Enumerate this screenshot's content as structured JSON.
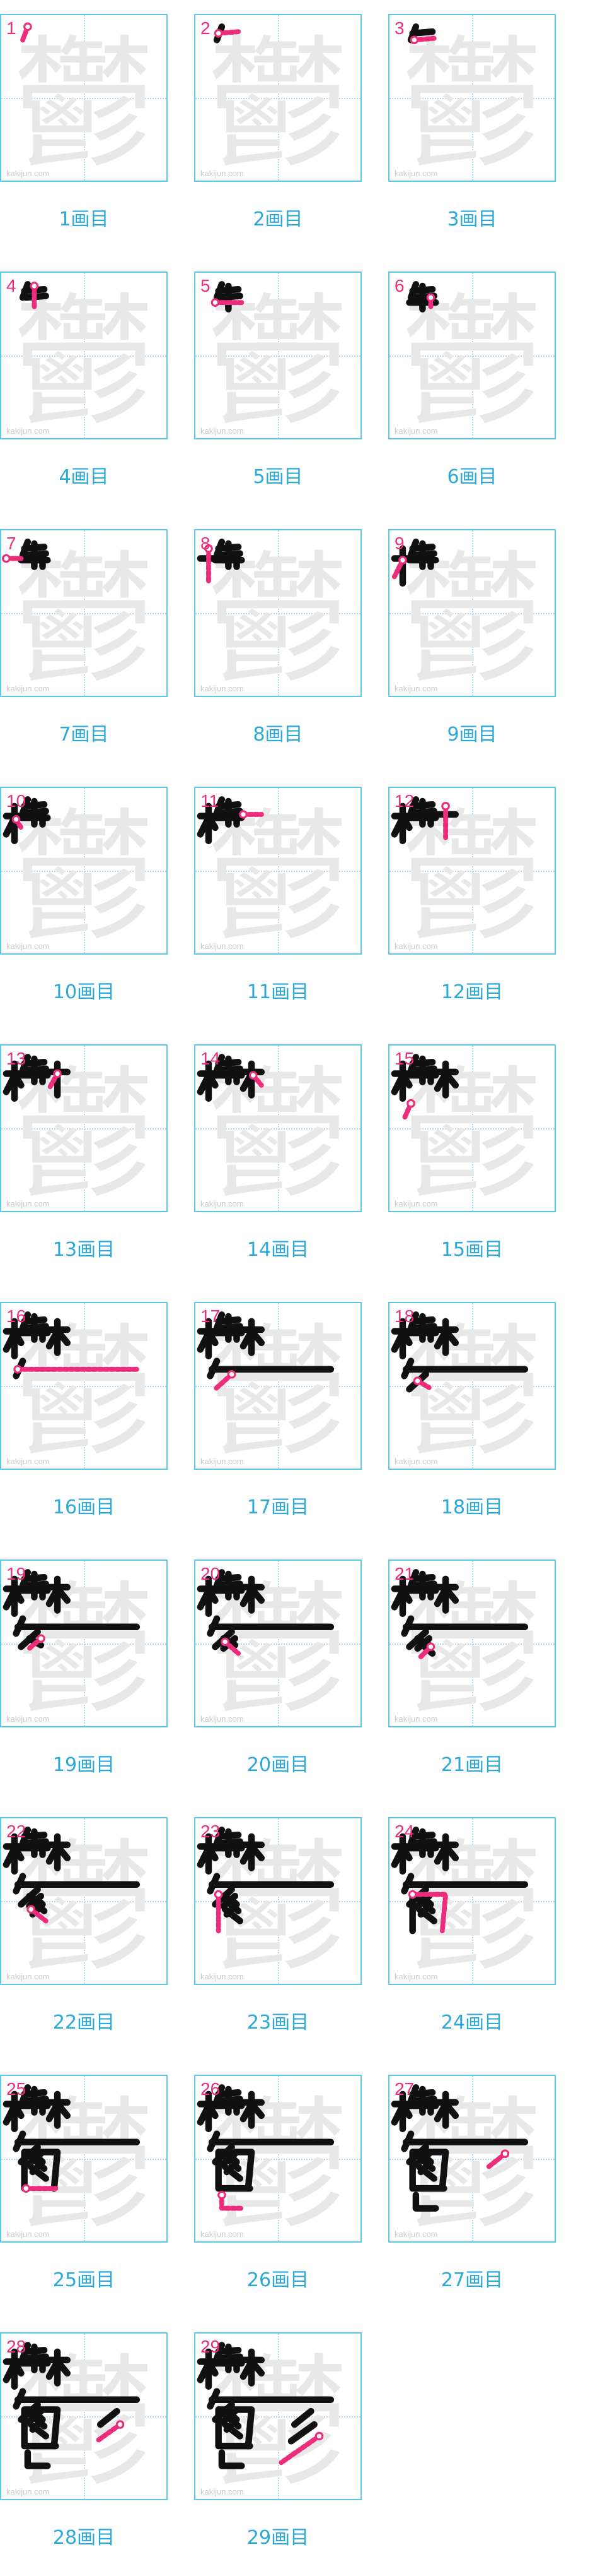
{
  "character": "鬱",
  "total_strokes": 29,
  "watermark": "kakijun.com",
  "colors": {
    "grid_border": "#5ec6e8",
    "guide_dots": "#a9dcf0",
    "step_number": "#ee2c7c",
    "caption": "#2aa8d8",
    "ghost_glyph": "#e8e8e8",
    "drawn_glyph": "#111111",
    "current_stroke": "#ee2c7c"
  },
  "steps": [
    {
      "number": "1",
      "caption": "1画目"
    },
    {
      "number": "2",
      "caption": "2画目"
    },
    {
      "number": "3",
      "caption": "3画目"
    },
    {
      "number": "4",
      "caption": "4画目"
    },
    {
      "number": "5",
      "caption": "5画目"
    },
    {
      "number": "6",
      "caption": "6画目"
    },
    {
      "number": "7",
      "caption": "7画目"
    },
    {
      "number": "8",
      "caption": "8画目"
    },
    {
      "number": "9",
      "caption": "9画目"
    },
    {
      "number": "10",
      "caption": "10画目"
    },
    {
      "number": "11",
      "caption": "11画目"
    },
    {
      "number": "12",
      "caption": "12画目"
    },
    {
      "number": "13",
      "caption": "13画目"
    },
    {
      "number": "14",
      "caption": "14画目"
    },
    {
      "number": "15",
      "caption": "15画目"
    },
    {
      "number": "16",
      "caption": "16画目"
    },
    {
      "number": "17",
      "caption": "17画目"
    },
    {
      "number": "18",
      "caption": "18画目"
    },
    {
      "number": "19",
      "caption": "19画目"
    },
    {
      "number": "20",
      "caption": "20画目"
    },
    {
      "number": "21",
      "caption": "21画目"
    },
    {
      "number": "22",
      "caption": "22画目"
    },
    {
      "number": "23",
      "caption": "23画目"
    },
    {
      "number": "24",
      "caption": "24画目"
    },
    {
      "number": "25",
      "caption": "25画目"
    },
    {
      "number": "26",
      "caption": "26画目"
    },
    {
      "number": "27",
      "caption": "27画目"
    },
    {
      "number": "28",
      "caption": "28画目"
    },
    {
      "number": "29",
      "caption": "29画目"
    }
  ]
}
